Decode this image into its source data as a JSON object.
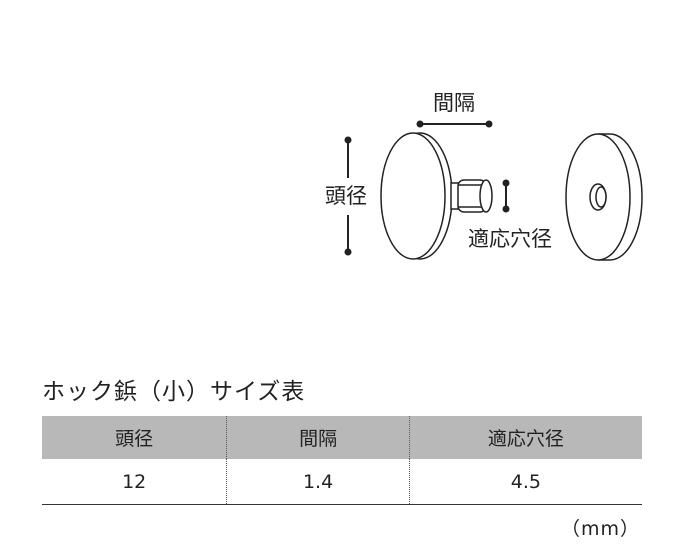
{
  "diagram": {
    "label_gap": "間隔",
    "label_head_diameter": "頭径",
    "label_hole_diameter": "適応穴径"
  },
  "table": {
    "title": "ホック鋲（小）サイズ表",
    "headers": [
      "頭径",
      "間隔",
      "適応穴径"
    ],
    "rows": [
      [
        "12",
        "1.4",
        "4.5"
      ]
    ],
    "unit": "（mm）"
  }
}
